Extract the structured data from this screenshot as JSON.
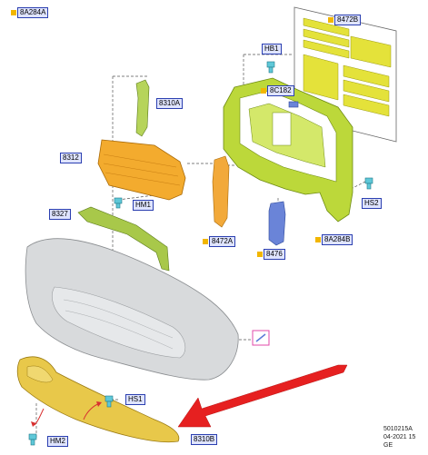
{
  "callouts": {
    "c_8A284A": "8A284A",
    "c_8472B": "8472B",
    "c_HB1": "HB1",
    "c_8310A": "8310A",
    "c_8C182": "8C182",
    "c_8312": "8312",
    "c_HM1": "HM1",
    "c_8327": "8327",
    "c_HS2": "HS2",
    "c_8472A": "8472A",
    "c_8476": "8476",
    "c_8A284B": "8A284B",
    "c_HS1": "HS1",
    "c_HM2": "HM2",
    "c_8310B": "8310B"
  },
  "footer": {
    "code": "5010215A",
    "date": "04-2021 15",
    "region": "GE"
  },
  "colors": {
    "part_yellow": "#e4e23a",
    "part_green": "#bcd83a",
    "part_orange": "#f3ab2e",
    "part_gold": "#e8c84a",
    "bumper_grey": "#d8dadc",
    "fastener_cyan": "#5fc8d8",
    "arrow_red": "#e62020",
    "callout_fill": "#dfe4ff",
    "callout_border": "#2b3fb0",
    "marker_yellow": "#f2b600"
  }
}
